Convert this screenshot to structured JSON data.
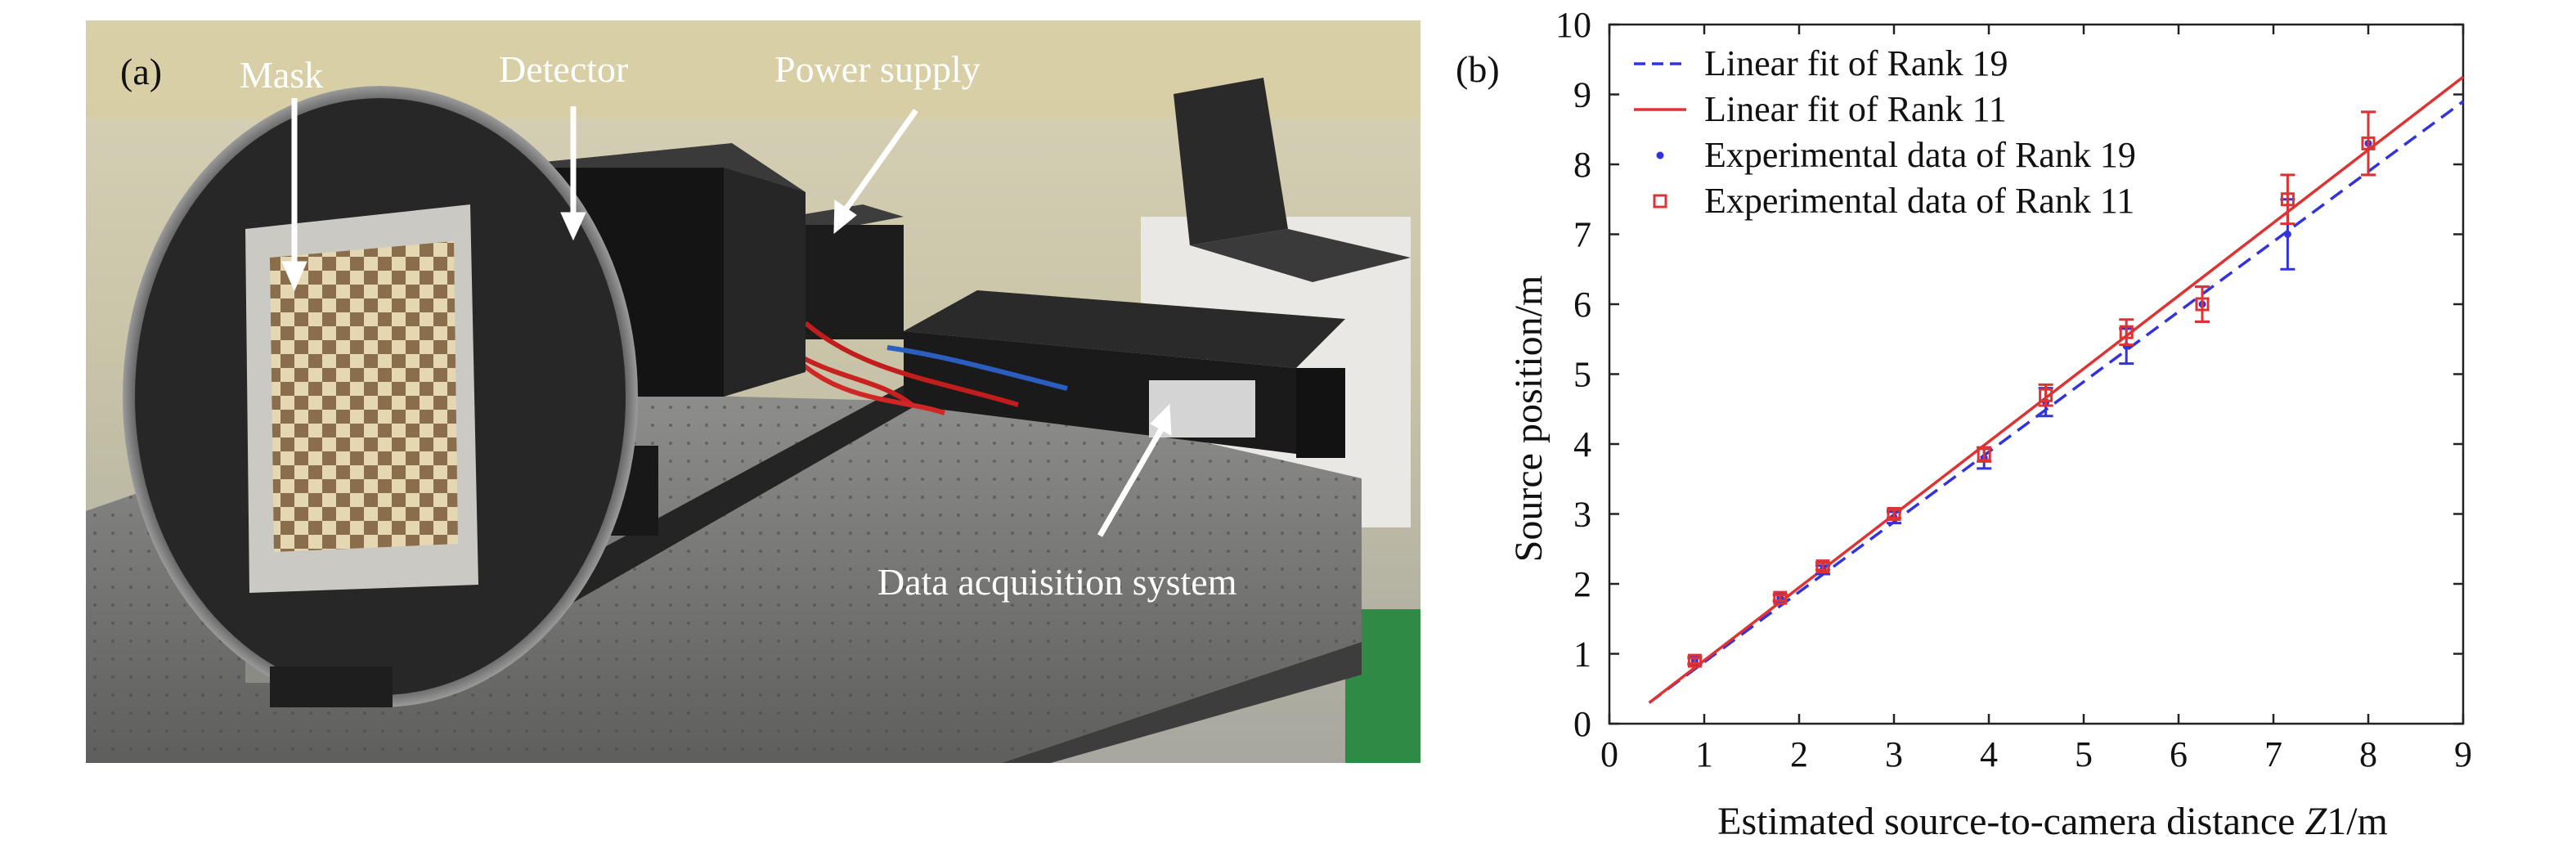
{
  "photo": {
    "panel_label": "(a)",
    "annotations": {
      "mask": "Mask",
      "detector": "Detector",
      "power_supply": "Power supply",
      "daq": "Data acquisition system"
    }
  },
  "chart_data": {
    "type": "line",
    "panel_label": "(b)",
    "xlabel_prefix": "Estimated source-to-camera distance ",
    "xlabel_italic": "Z",
    "xlabel_suffix": "1/m",
    "ylabel": "Source position/m",
    "xlim": [
      0,
      9
    ],
    "ylim": [
      0,
      10
    ],
    "xticks": [
      0,
      1,
      2,
      3,
      4,
      5,
      6,
      7,
      8,
      9
    ],
    "yticks": [
      0,
      1,
      2,
      3,
      4,
      5,
      6,
      7,
      8,
      9,
      10
    ],
    "grid": false,
    "legend_position": "top-left",
    "series": [
      {
        "name": "Linear fit of Rank 19",
        "kind": "fit",
        "style": "dashed",
        "color": "#3333dd",
        "x": [
          0.42,
          9.0
        ],
        "y": [
          0.3,
          8.9
        ]
      },
      {
        "name": "Linear fit of Rank 11",
        "kind": "fit",
        "style": "solid",
        "color": "#dd3333",
        "x": [
          0.42,
          9.0
        ],
        "y": [
          0.3,
          9.25
        ]
      },
      {
        "name": "Experimental data of Rank 19",
        "kind": "points",
        "marker": "dot",
        "color": "#3333dd",
        "x": [
          0.9,
          1.8,
          2.25,
          3.0,
          3.95,
          4.6,
          5.45,
          6.25,
          7.15,
          8.0
        ],
        "y": [
          0.9,
          1.8,
          2.2,
          2.95,
          3.8,
          4.6,
          5.4,
          6.0,
          7.0,
          8.3
        ],
        "err": [
          0.05,
          0.05,
          0.06,
          0.08,
          0.15,
          0.2,
          0.25,
          0.25,
          0.5,
          0.45
        ]
      },
      {
        "name": "Experimental data of Rank 11",
        "kind": "points",
        "marker": "square",
        "color": "#dd3333",
        "x": [
          0.9,
          1.8,
          2.25,
          3.0,
          3.95,
          4.6,
          5.45,
          6.25,
          7.15,
          8.0
        ],
        "y": [
          0.9,
          1.8,
          2.25,
          3.0,
          3.85,
          4.7,
          5.6,
          6.0,
          7.5,
          8.3
        ],
        "err": [
          0.04,
          0.04,
          0.05,
          0.06,
          0.1,
          0.15,
          0.18,
          0.25,
          0.35,
          0.45
        ]
      }
    ]
  }
}
